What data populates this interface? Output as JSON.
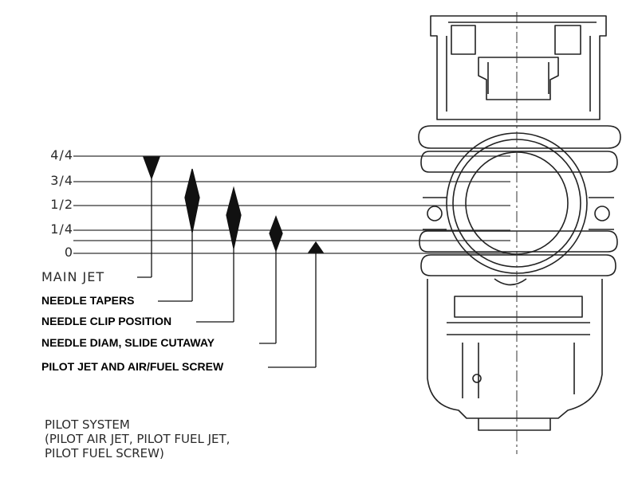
{
  "throttle_positions": [
    "4/4",
    "3/4",
    "1/2",
    "1/4",
    "0"
  ],
  "labels": {
    "main_jet": "MAIN JET",
    "needle_tapers": "NEEDLE TAPERS",
    "needle_clip": "NEEDLE CLIP POSITION",
    "needle_diam": "NEEDLE DIAM, SLIDE CUTAWAY",
    "pilot_jet": "PILOT JET AND AIR/FUEL SCREW"
  },
  "pilot_system": {
    "line1": "PILOT SYSTEM",
    "line2": "(PILOT AIR JET, PILOT FUEL JET,",
    "line3": "PILOT FUEL SCREW)"
  }
}
